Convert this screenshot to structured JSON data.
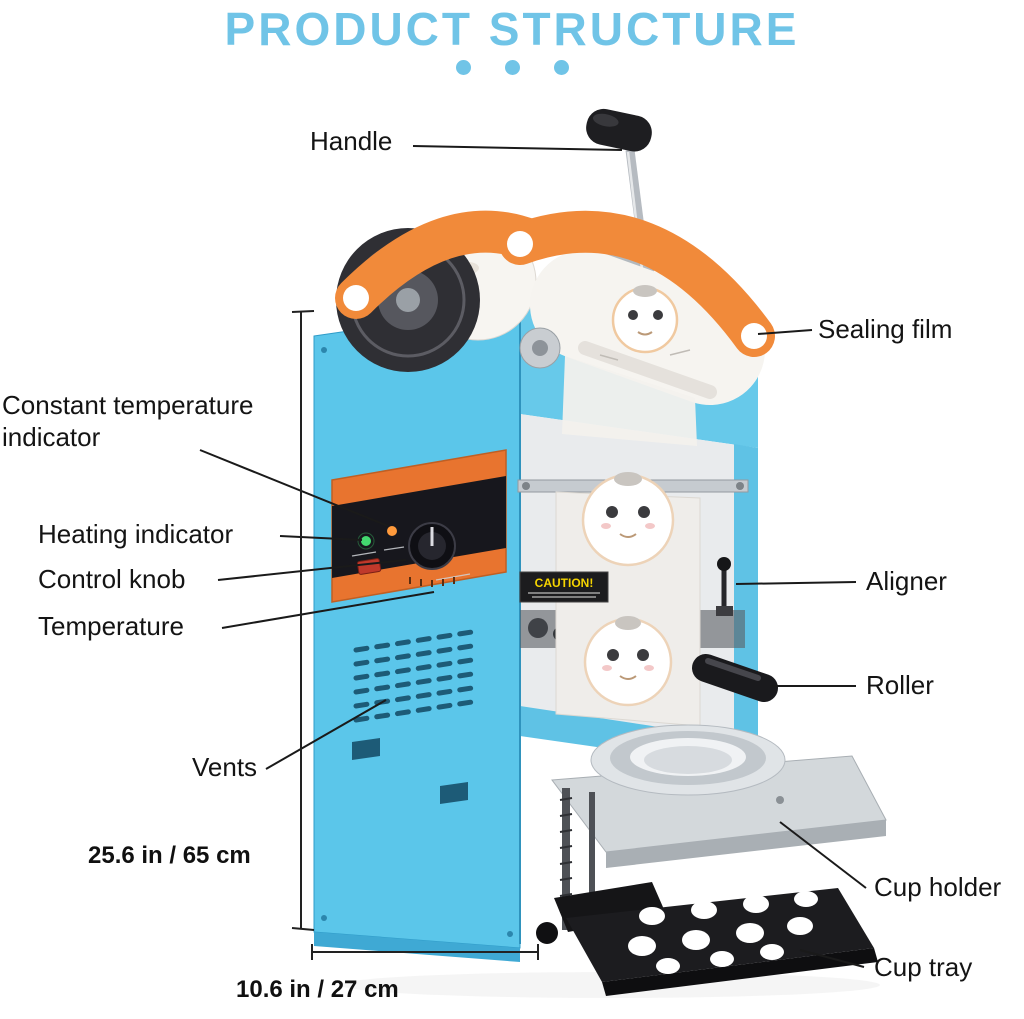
{
  "title": "PRODUCT STRUCTURE",
  "labels": {
    "handle": "Handle",
    "sealing_film": "Sealing film",
    "constant_temperature_indicator": "Constant temperature indicator",
    "heating_indicator": "Heating indicator",
    "control_knob": "Control knob",
    "temperature": "Temperature",
    "aligner": "Aligner",
    "roller": "Roller",
    "vents": "Vents",
    "cup_holder": "Cup holder",
    "cup_tray": "Cup tray"
  },
  "dimensions": {
    "height_label": "25.6 in / 65 cm",
    "width_label": "10.6 in / 27 cm"
  },
  "machine": {
    "caution_text": "CAUTION!"
  },
  "colors": {
    "title_blue": "#70C4E7",
    "machine_blue": "#5BC6EA",
    "bracket_orange": "#F18A3A",
    "panel_orange": "#E8742F",
    "label_text": "#141414"
  }
}
